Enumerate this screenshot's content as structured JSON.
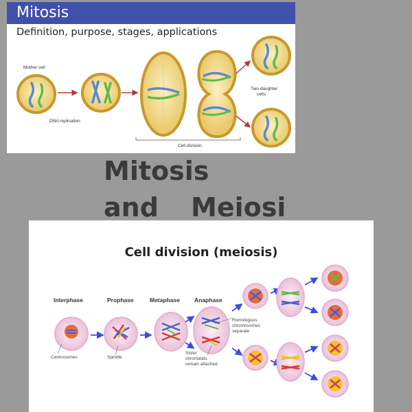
{
  "mitosis": {
    "title": "Mitosis",
    "subtitle": "Definition, purpose, stages, applications",
    "labels": {
      "mother_cell": "Mother cell",
      "dna_replication": "DNA replication",
      "two_daughter_line1": "Two daughter",
      "two_daughter_line2": "cells",
      "cell_division": "Cell division"
    }
  },
  "headline": {
    "line1": "Mitosis",
    "line2_a": "and",
    "line2_b": "Meiosi"
  },
  "meiosis": {
    "title": "Cell division (meiosis)",
    "phases": {
      "interphase": "Interphase",
      "prophase": "Prophase",
      "metaphase": "Metaphase",
      "anaphase": "Anaphase"
    },
    "labels": {
      "centrosomes": "Centrosomes",
      "spindle": "Spindle",
      "homologous_1": "Homologous",
      "homologous_2": "chromosomes",
      "homologous_3": "separate",
      "sister_1": "Sister",
      "sister_2": "chromatids",
      "sister_3": "remain attached"
    }
  },
  "colors": {
    "background": "#9a9a9a",
    "header_blue": "#3f51a8",
    "cell_fill": "#f3dc8a",
    "cell_border": "#c7982c",
    "arrow_red": "#b33a3a",
    "arrow_blue": "#3a4fd8",
    "meiosis_cell": "#f4d8e8"
  }
}
